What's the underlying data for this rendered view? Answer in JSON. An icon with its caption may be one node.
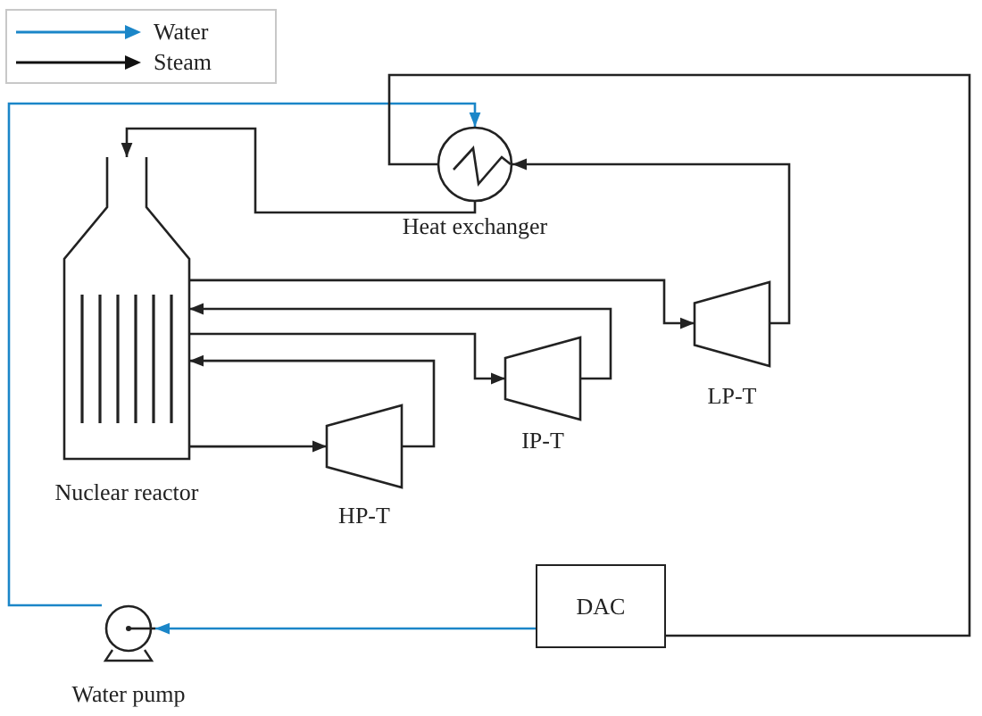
{
  "diagram": {
    "nodes": [
      {
        "text": [
          "Nuclear reactor"
        ]
      },
      {
        "text": [
          "Heat exchanger"
        ]
      },
      {
        "text": [
          "HP-T"
        ]
      },
      {
        "text": [
          "IP-T"
        ]
      },
      {
        "text": [
          "LP-T"
        ]
      },
      {
        "text": [
          "DAC"
        ]
      },
      {
        "text": [
          "Water pump"
        ]
      }
    ],
    "edges": [
      {
        "from": 6,
        "to": 1,
        "arrow": "to",
        "color": "#1b86c8"
      },
      {
        "from": 1,
        "to": 0,
        "arrow": "to"
      },
      {
        "from": 0,
        "to": 2,
        "arrow": "to"
      },
      {
        "from": 2,
        "to": 0,
        "arrow": "to"
      },
      {
        "from": 0,
        "to": 3,
        "arrow": "to"
      },
      {
        "from": 3,
        "to": 0,
        "arrow": "to"
      },
      {
        "from": 0,
        "to": 4,
        "arrow": "to"
      },
      {
        "from": 4,
        "to": 1,
        "arrow": "to"
      },
      {
        "from": 1,
        "to": 5,
        "arrow": "none"
      },
      {
        "from": 5,
        "to": 6,
        "arrow": "to",
        "color": "#1b86c8"
      }
    ],
    "legend": [
      {
        "text": "Water",
        "color": "#1b86c8"
      },
      {
        "text": "Steam",
        "color": "#111111"
      }
    ]
  }
}
